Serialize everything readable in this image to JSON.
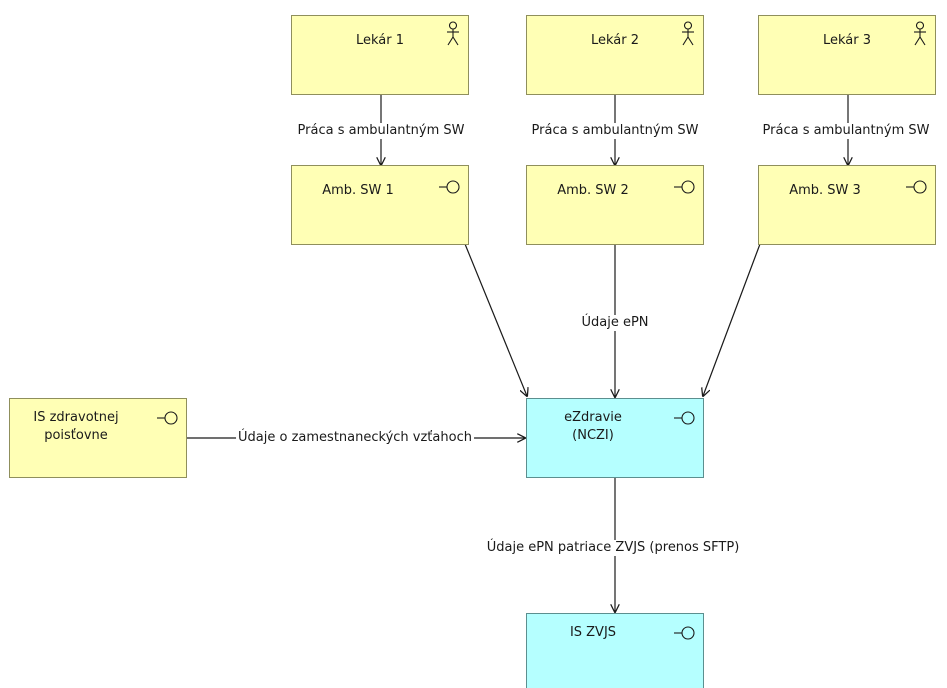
{
  "nodes": {
    "lekar1": {
      "label": "Lekár 1",
      "icon": "actor-icon"
    },
    "lekar2": {
      "label": "Lekár 2",
      "icon": "actor-icon"
    },
    "lekar3": {
      "label": "Lekár 3",
      "icon": "actor-icon"
    },
    "amb1": {
      "label": "Amb. SW 1",
      "icon": "interface-icon"
    },
    "amb2": {
      "label": "Amb. SW 2",
      "icon": "interface-icon"
    },
    "amb3": {
      "label": "Amb. SW 3",
      "icon": "interface-icon"
    },
    "is_zp": {
      "label_line1": "IS zdravotnej",
      "label_line2": "poisťovne",
      "icon": "interface-icon"
    },
    "ezdravie": {
      "label_line1": "eZdravie",
      "label_line2": "(NCZI)",
      "icon": "interface-icon"
    },
    "is_zvjs": {
      "label": "IS ZVJS",
      "icon": "interface-icon"
    }
  },
  "edges": {
    "e1": "Práca s ambulantným SW",
    "e2": "Práca s ambulantným SW",
    "e3": "Práca s ambulantným SW",
    "e_amb": "Údaje ePN",
    "e_zp": "Údaje o zamestnaneckých vzťahoch",
    "e_zvjs": "Údaje ePN patriace ZVJS (prenos SFTP)"
  },
  "colors": {
    "application_fill": "#ffffb5",
    "technology_fill": "#b5ffff",
    "stroke": "#1a1a1a"
  }
}
